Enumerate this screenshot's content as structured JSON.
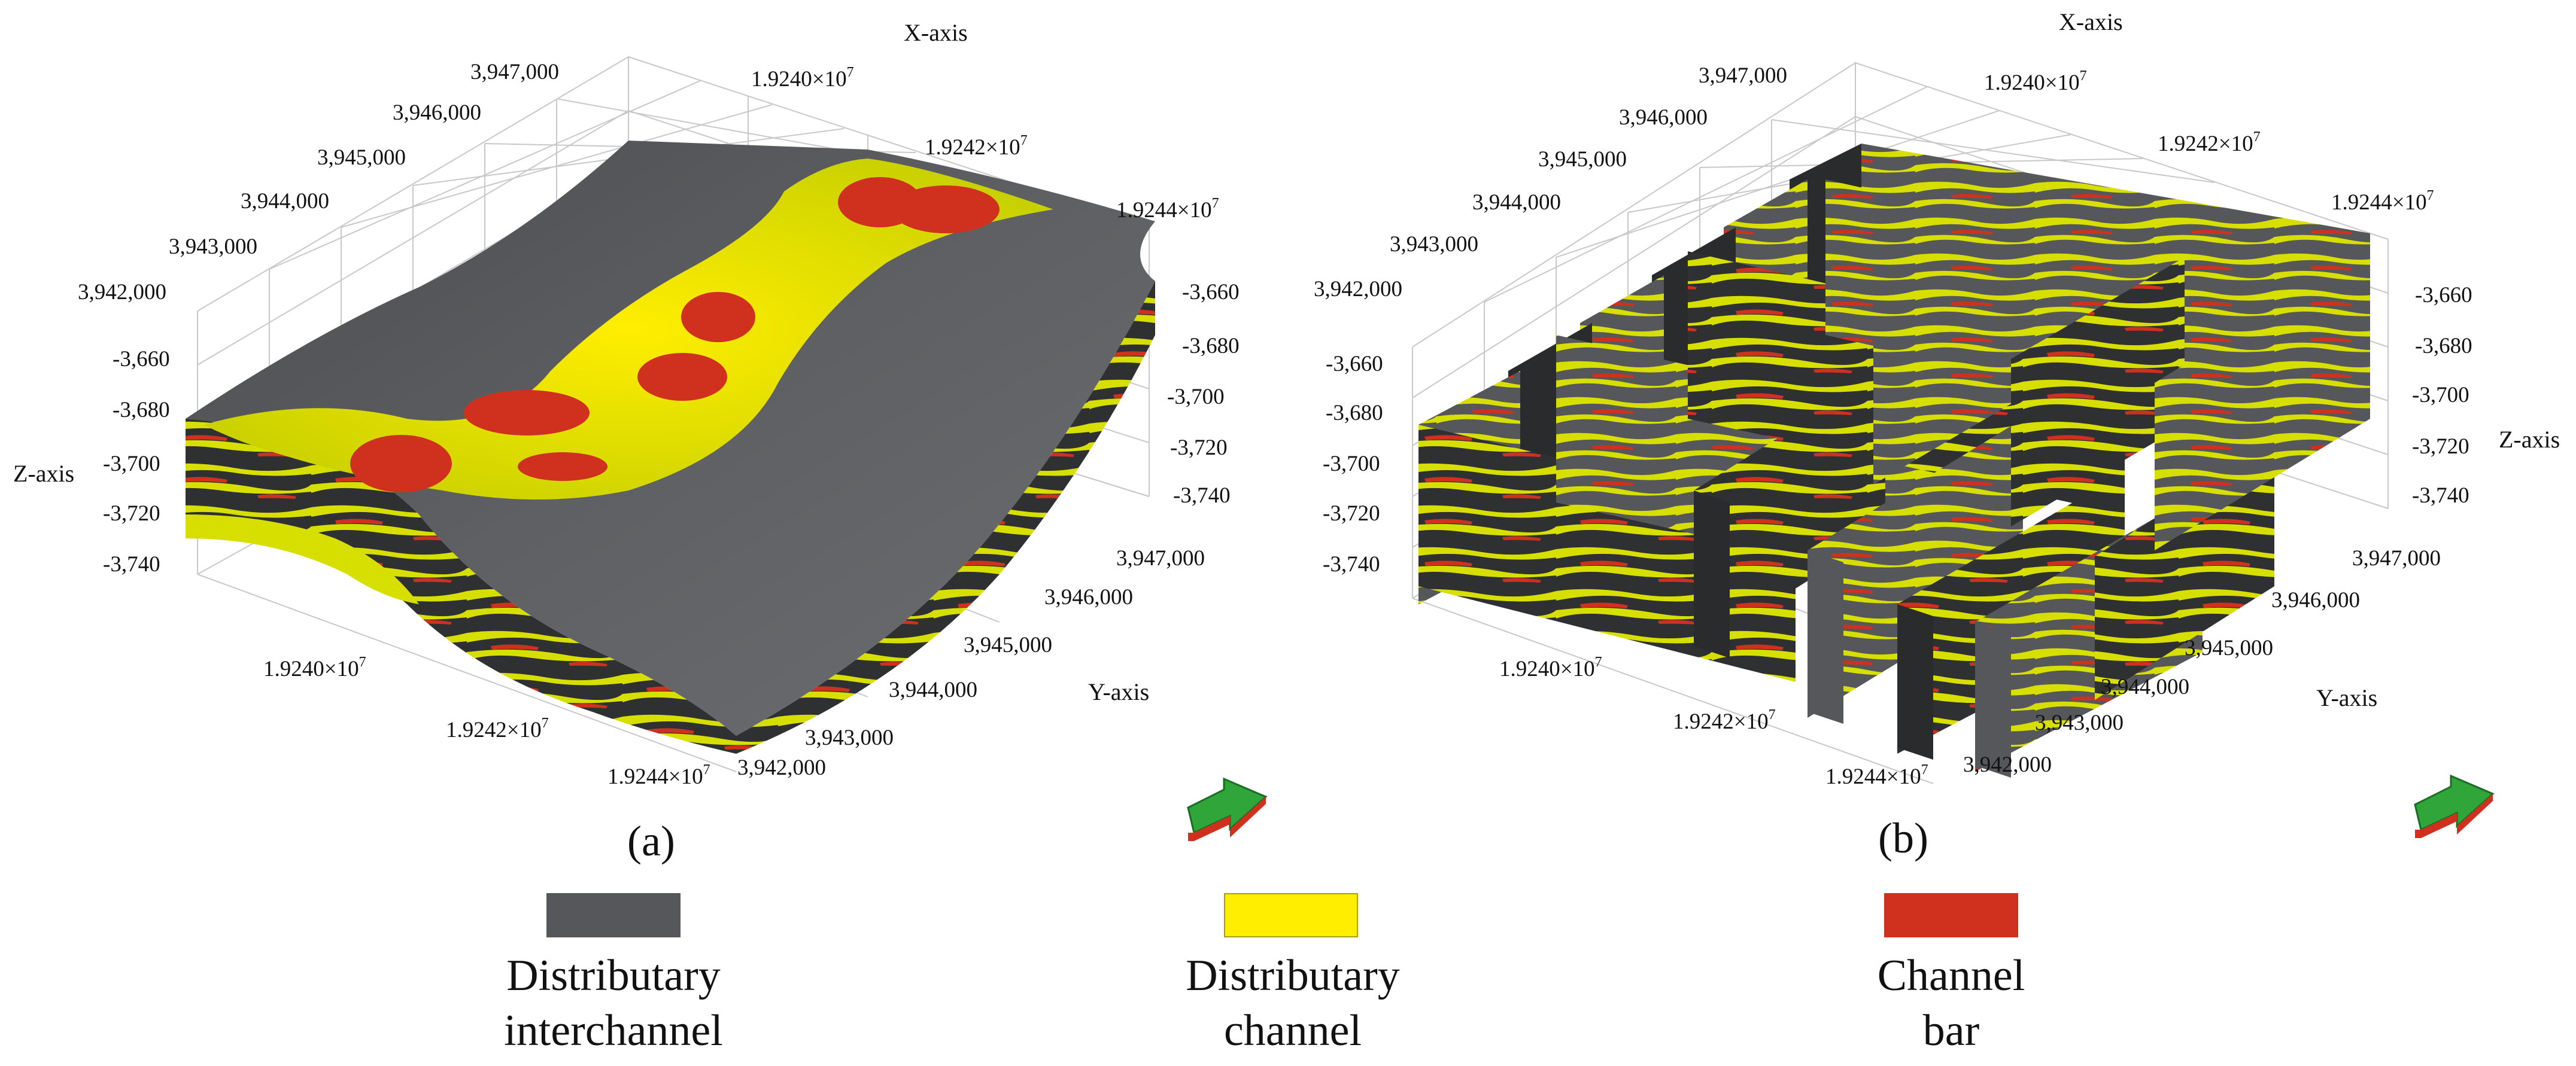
{
  "colors": {
    "interchannel": "#55575a",
    "interchannel_dark": "#2a2b2d",
    "channel": "#d7df00",
    "channel_bright": "#ffee00",
    "bar": "#d0311e",
    "arrow_green": "#2fa53a",
    "arrow_red": "#d0311e"
  },
  "panels": [
    {
      "label": "(a)",
      "x_axis_label": "X-axis",
      "y_axis_label": "Y-axis",
      "z_axis_label": "Z-axis",
      "y_ticks_top": [
        "3,947,000",
        "3,946,000",
        "3,945,000",
        "3,944,000",
        "3,943,000",
        "3,942,000"
      ],
      "x_ticks_top": [
        "1.9240×10",
        "1.9242×10",
        "1.9244×10"
      ],
      "z_ticks_left": [
        "-3,660",
        "-3,680",
        "-3,700",
        "-3,720",
        "-3,740"
      ],
      "z_ticks_right": [
        "-3,660",
        "-3,680",
        "-3,700",
        "-3,720",
        "-3,740"
      ],
      "y_ticks_bottom": [
        "3,947,000",
        "3,946,000",
        "3,945,000",
        "3,944,000",
        "3,943,000",
        "3,942,000"
      ],
      "x_ticks_bottom": [
        "1.9240×10",
        "1.9242×10",
        "1.9244×10"
      ]
    },
    {
      "label": "(b)",
      "x_axis_label": "X-axis",
      "y_axis_label": "Y-axis",
      "z_axis_label": "Z-axis",
      "y_ticks_top": [
        "3,947,000",
        "3,946,000",
        "3,945,000",
        "3,944,000",
        "3,943,000",
        "3,942,000"
      ],
      "x_ticks_top": [
        "1.9240×10",
        "1.9242×10",
        "1.9244×10"
      ],
      "z_ticks_left": [
        "-3,660",
        "-3,680",
        "-3,700",
        "-3,720",
        "-3,740"
      ],
      "z_ticks_right": [
        "-3,660",
        "-3,680",
        "-3,700",
        "-3,720",
        "-3,740"
      ],
      "y_ticks_bottom": [
        "3,947,000",
        "3,946,000",
        "3,945,000",
        "3,944,000",
        "3,943,000",
        "3,942,000"
      ],
      "x_ticks_bottom": [
        "1.9240×10",
        "1.9242×10",
        "1.9244×10"
      ]
    }
  ],
  "exponent": "7",
  "legend": [
    {
      "line1": "Distributary",
      "line2": "interchannel",
      "color": "#55575a"
    },
    {
      "line1": "Distributary",
      "line2": "channel",
      "color": "#ffee00"
    },
    {
      "line1": "Channel",
      "line2": "bar",
      "color": "#d0311e"
    }
  ]
}
